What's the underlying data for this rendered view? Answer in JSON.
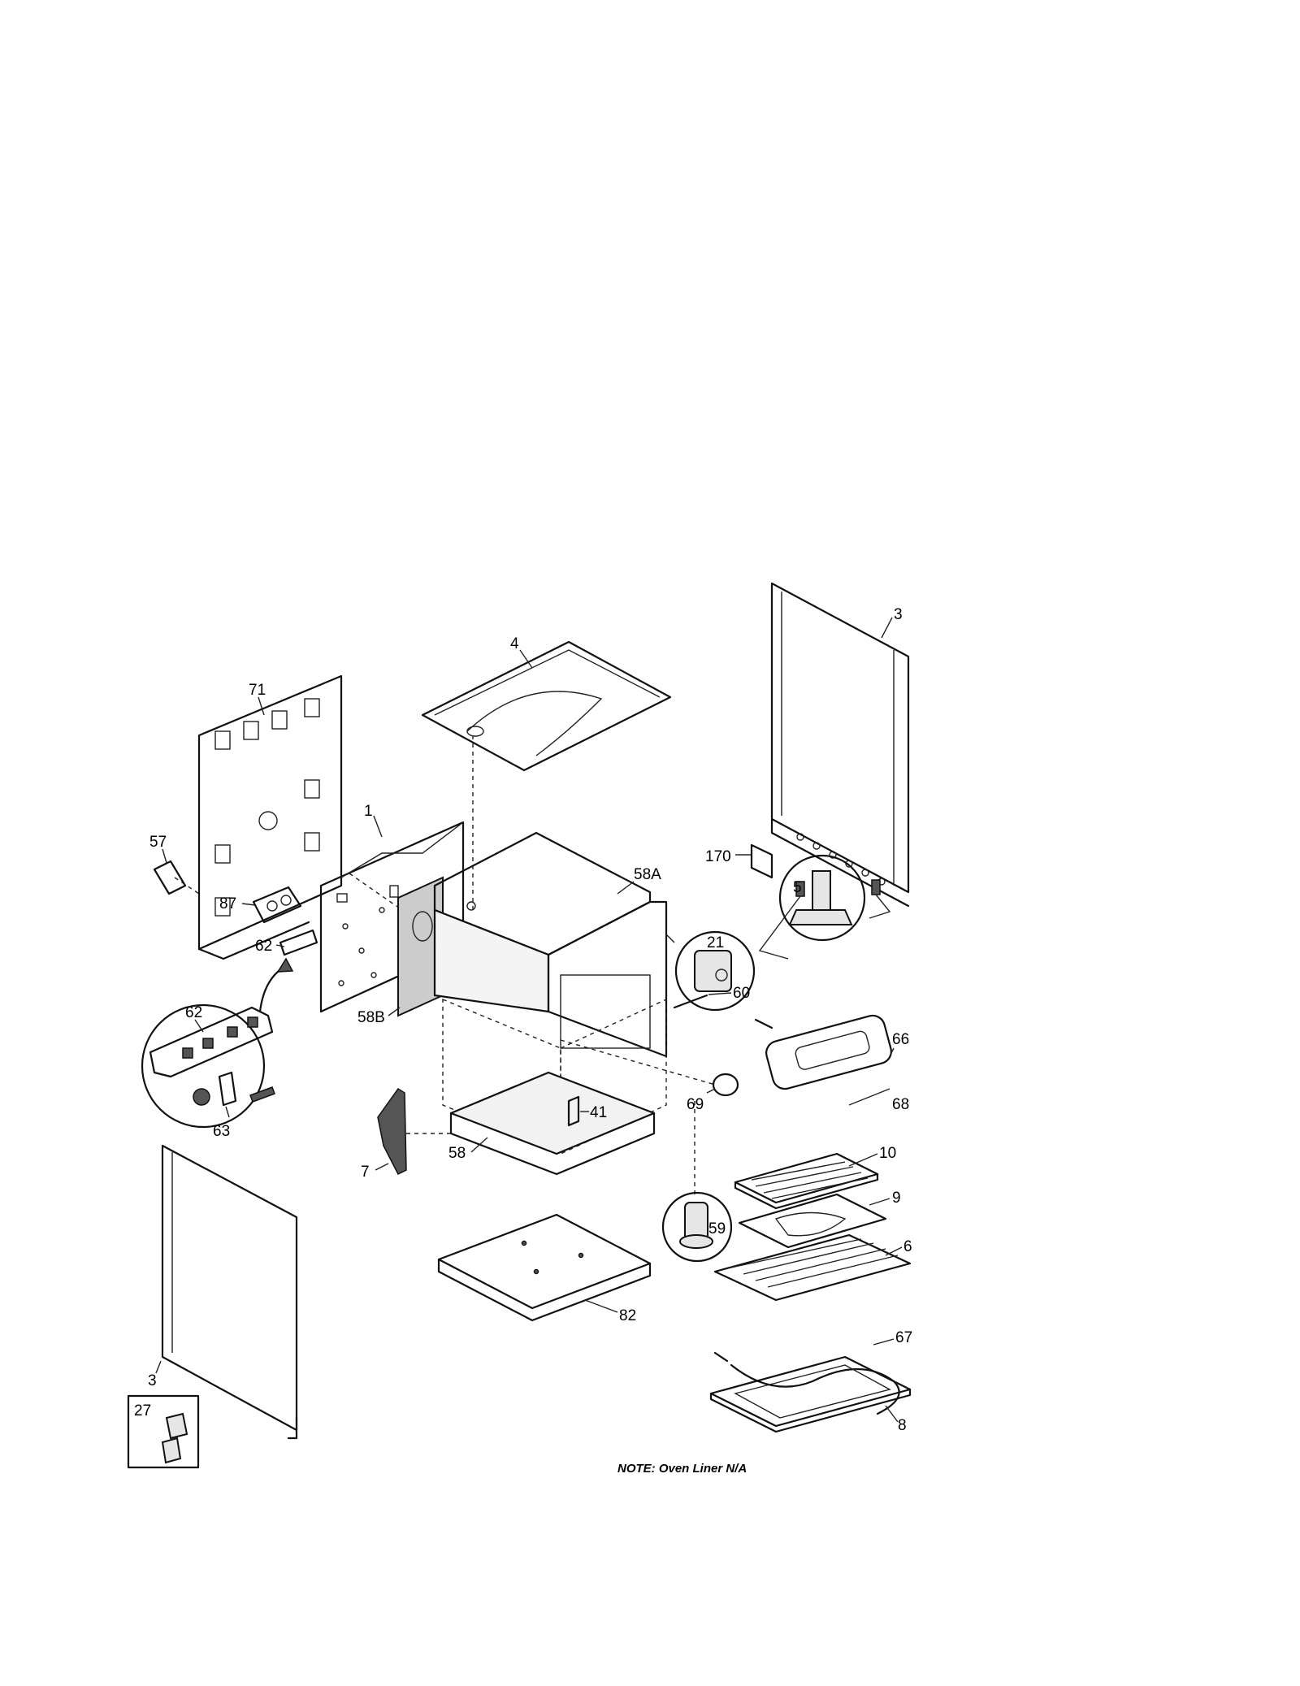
{
  "labels": {
    "p3_top": "3",
    "p4": "4",
    "p71": "71",
    "p1": "1",
    "p57": "57",
    "p170": "170",
    "p5": "5",
    "p58A": "58A",
    "p87": "87",
    "p62_top": "62",
    "p21": "21",
    "p60": "60",
    "p58B": "58B",
    "p62_circle": "62",
    "p66": "66",
    "p68": "68",
    "p63": "63",
    "p69": "69",
    "p41": "41",
    "p58": "58",
    "p7": "7",
    "p10": "10",
    "p9": "9",
    "p59": "59",
    "p6": "6",
    "p82": "82",
    "p67": "67",
    "p3_bottom": "3",
    "p8": "8",
    "p27": "27"
  },
  "note": "NOTE:  Oven Liner N/A"
}
